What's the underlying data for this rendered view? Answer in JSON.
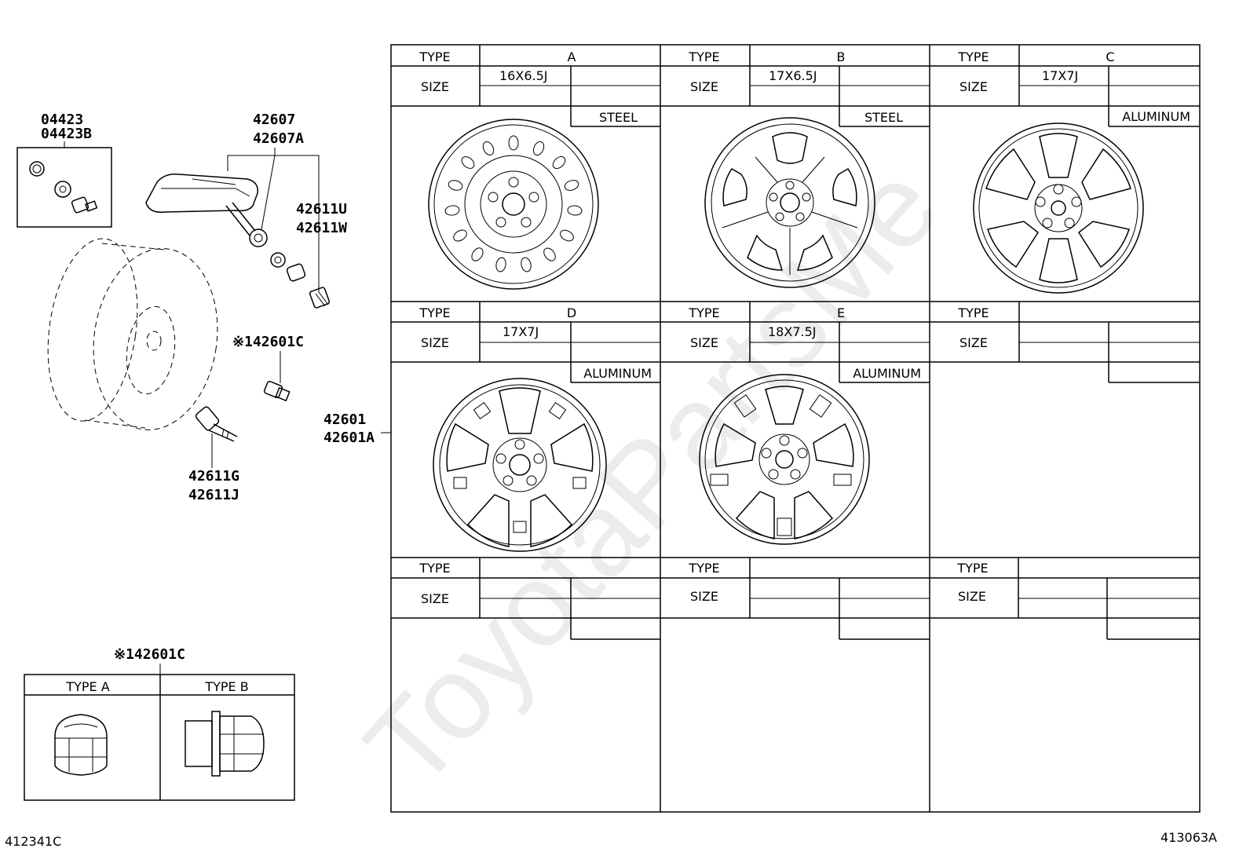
{
  "watermark": "ToyotaPartsMe",
  "part_numbers": {
    "lug_set": [
      "04423",
      "04423B"
    ],
    "sensor": [
      "42607",
      "42607A"
    ],
    "valve_cap": [
      "42611U",
      "42611W"
    ],
    "hub_nut": "※142601C",
    "valve_stem": [
      "42611G",
      "42611J"
    ],
    "wheel": [
      "42601",
      "42601A"
    ]
  },
  "nut_table": {
    "ref": "※142601C",
    "type_a": "TYPE A",
    "type_b": "TYPE B"
  },
  "wheel_table": {
    "type_label": "TYPE",
    "size_label": "SIZE",
    "cells": [
      {
        "type": "A",
        "size": "16X6.5J",
        "material": "STEEL"
      },
      {
        "type": "B",
        "size": "17X6.5J",
        "material": "STEEL"
      },
      {
        "type": "C",
        "size": "17X7J",
        "material": "ALUMINUM"
      },
      {
        "type": "D",
        "size": "17X7J",
        "material": "ALUMINUM"
      },
      {
        "type": "E",
        "size": "18X7.5J",
        "material": "ALUMINUM"
      },
      {
        "type": "",
        "size": "",
        "material": ""
      },
      {
        "type": "",
        "size": "",
        "material": ""
      },
      {
        "type": "",
        "size": "",
        "material": ""
      },
      {
        "type": "",
        "size": "",
        "material": ""
      }
    ]
  },
  "footer": {
    "left_code": "412341C",
    "right_code": "413063A"
  }
}
